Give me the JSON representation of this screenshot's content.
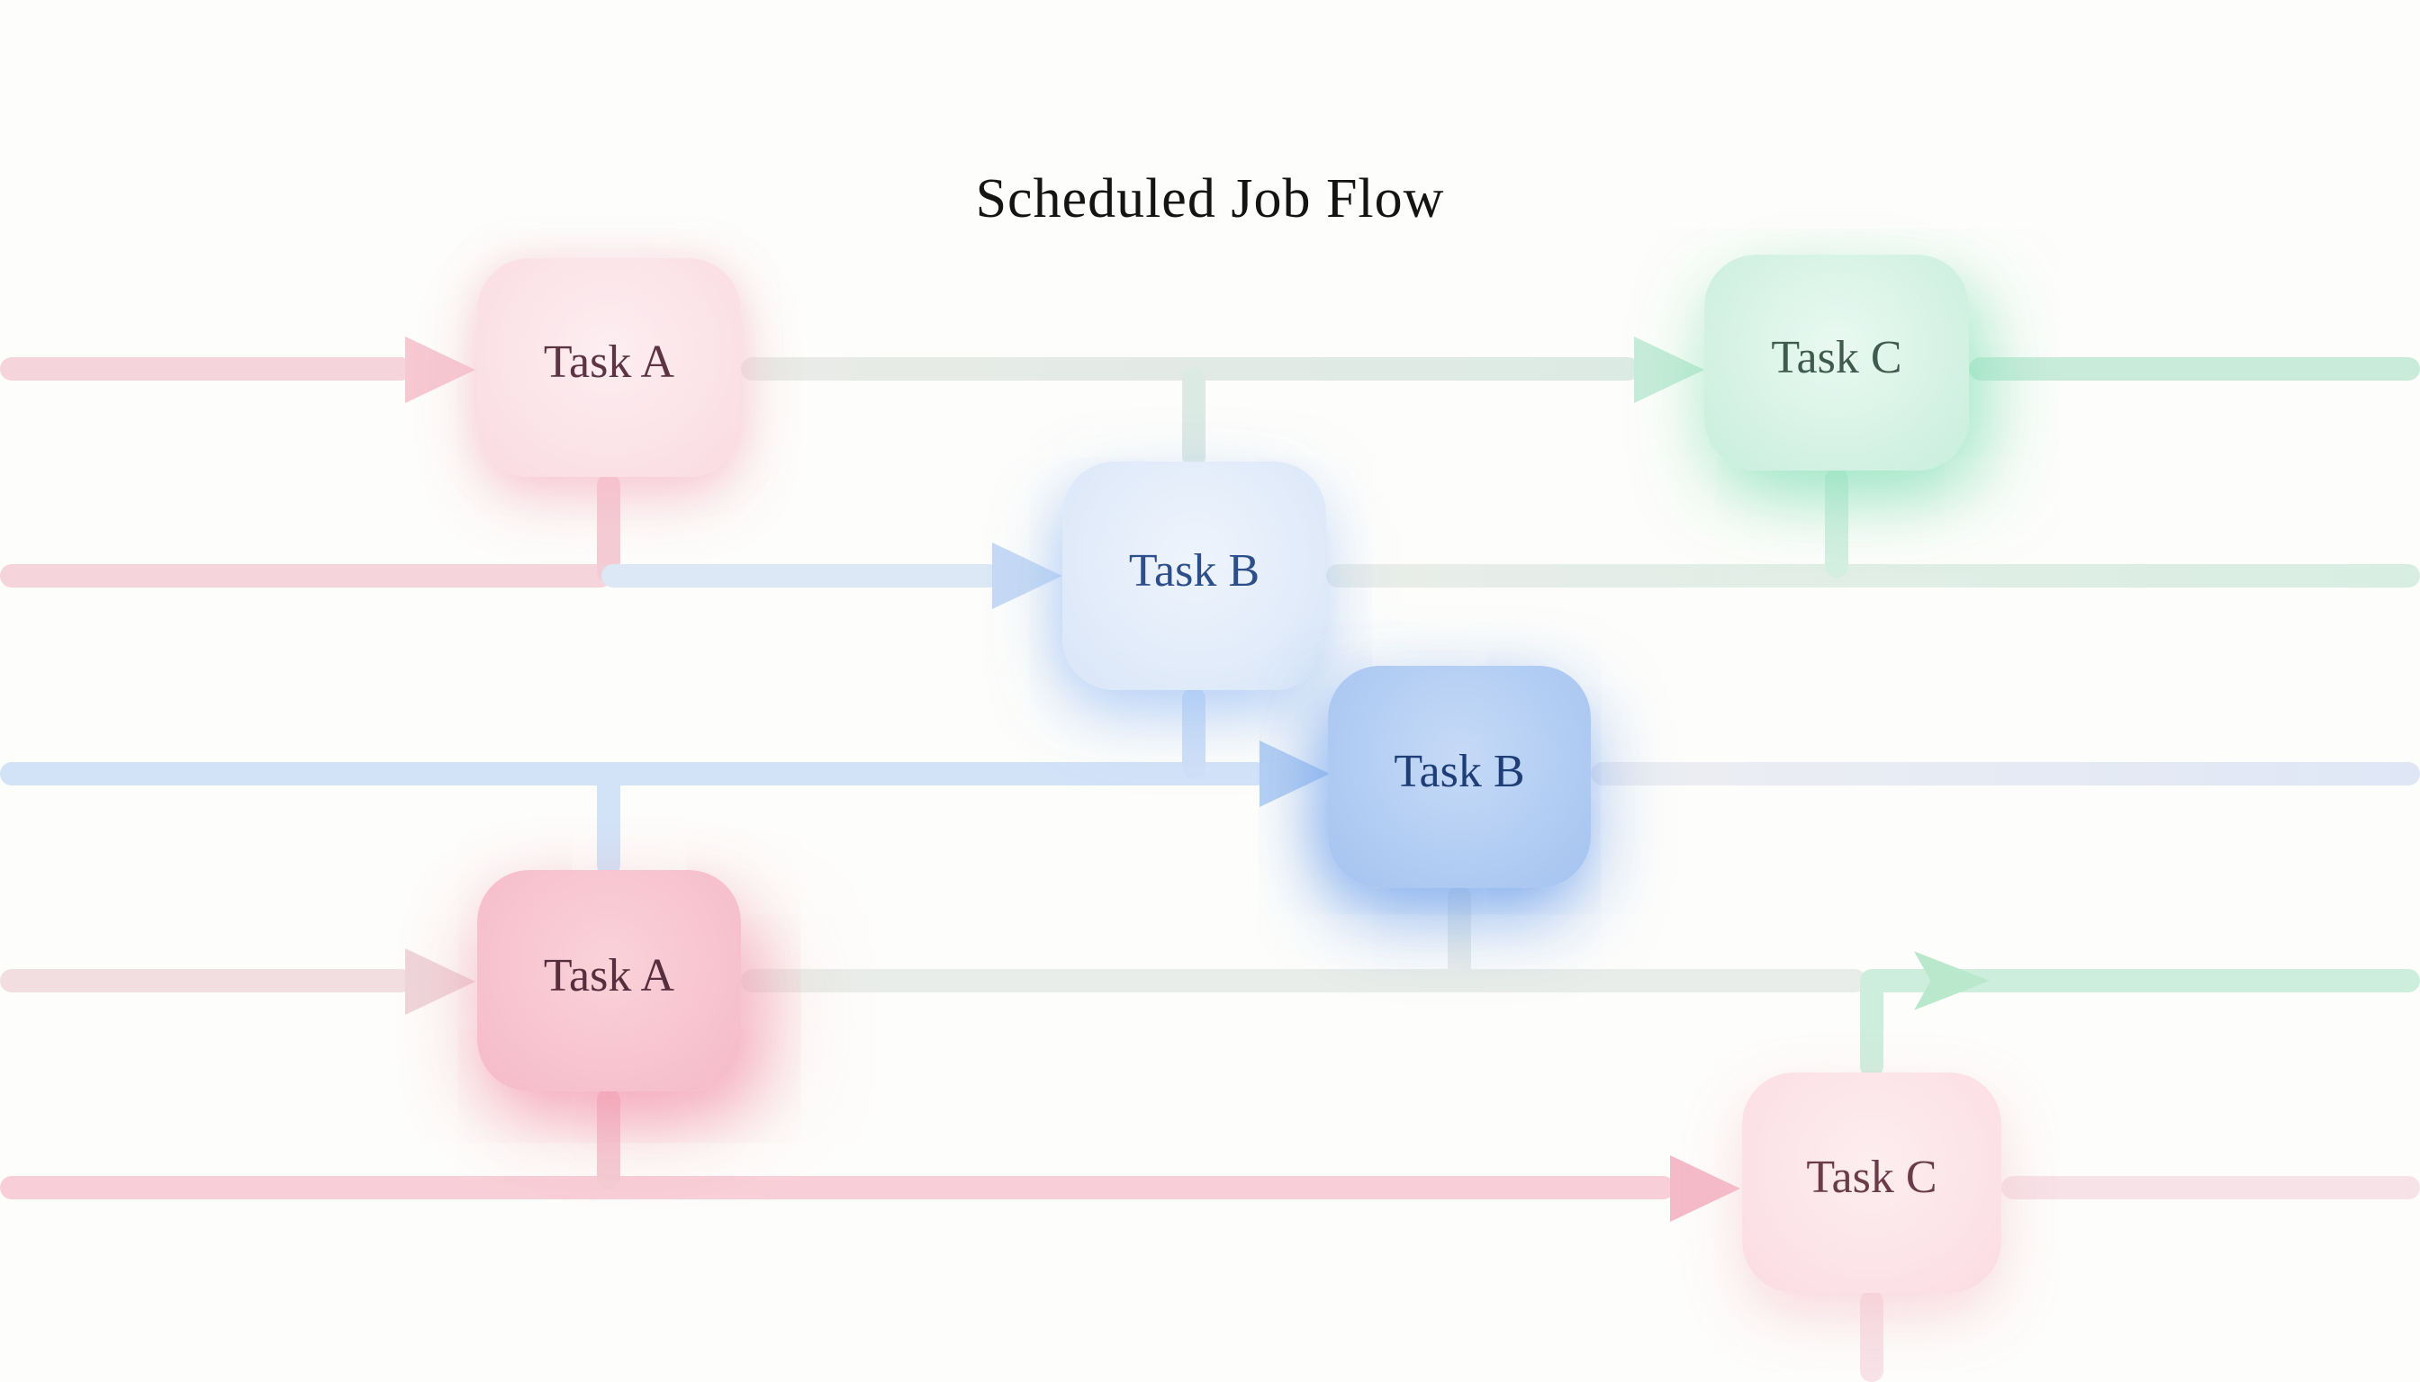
{
  "title": "Scheduled Job Flow",
  "nodes": [
    {
      "id": "task-a-top",
      "label": "Task A"
    },
    {
      "id": "task-c-top",
      "label": "Task C"
    },
    {
      "id": "task-b-upper",
      "label": "Task B"
    },
    {
      "id": "task-b-lower",
      "label": "Task B"
    },
    {
      "id": "task-a-bottom",
      "label": "Task A"
    },
    {
      "id": "task-c-bottom",
      "label": "Task C"
    }
  ],
  "palette": {
    "bg": "#fdfdfb",
    "title-color": "#141414",
    "pink-line": "#f6d4db",
    "pink-line-strong": "#f8cfd8",
    "pink-arrow": "#f6c8d2",
    "pink-arrow-strong": "#f4bac7",
    "pink-branch": "#f4ccd5",
    "dusty-line": "#f2dee1",
    "dusty-arrow": "#eed6da",
    "pale-pink-line": "#f7e2e7",
    "blue-line": "#d2e3f8",
    "blue-branch": "#cfe0f6",
    "blue-arrow": "#b7d1f3",
    "blue-arrow-soft": "#c6daf4",
    "soft-blue-line": "#dce8f6",
    "pale-blue-line": "#dfe7f6",
    "pale-blue-start": "#edeef2",
    "gray-line": "#e9ede9",
    "gray-green-start": "#e9ebe7",
    "gray-green-end": "#dceae4",
    "gray-mint-end": "#d8eee3",
    "mint-line": "#cdeedd",
    "mint-line-strong": "#c9ecda",
    "mint-arrow": "#c6ecd8",
    "mint-mid-arrow": "#b9e8cd",
    "mint-branch": "#d4efe1",
    "node-a-top-bg1": "#fdeef1",
    "node-a-top-bg2": "#fadbe1",
    "node-c-top-bg1": "#e9f9f1",
    "node-c-top-bg2": "#c8eedd",
    "node-b-up-bg1": "#eef4fc",
    "node-b-up-bg2": "#d9e6f8",
    "node-b-low-bg1": "#c6daf7",
    "node-b-low-bg2": "#a3c3f0",
    "node-a-bot-bg1": "#fad2da",
    "node-a-bot-bg2": "#f5bac7",
    "node-c-bot-bg1": "#fdeef0",
    "node-c-bot-bg2": "#fbdce2",
    "text-a-top": "#5c3444",
    "text-c-top": "#3f5a4e",
    "text-b-up": "#2c4e8a",
    "text-b-low": "#1f3e78",
    "text-a-bot": "#572e3e",
    "text-c-bot": "#6a3c4a"
  }
}
